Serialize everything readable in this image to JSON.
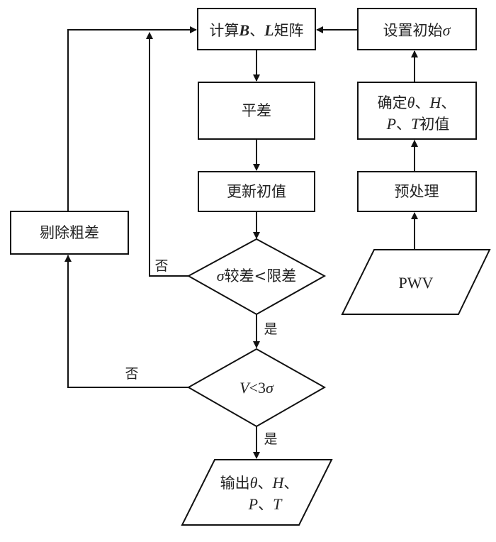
{
  "title": "Flowchart: PWV parameter estimation with outlier removal",
  "colors": {
    "stroke": "#111111",
    "background": "#ffffff",
    "text": "#222222"
  },
  "nodes": {
    "compute_matrix": {
      "type": "process",
      "label_pre": "计算",
      "label_b": "B",
      "label_sep": "、",
      "label_l": "L",
      "label_post": "矩阵"
    },
    "adjustment": {
      "type": "process",
      "label": "平差"
    },
    "update_init": {
      "type": "process",
      "label": "更新初值"
    },
    "sigma_check": {
      "type": "decision",
      "label_sym": "σ",
      "label_text": "较差<限差"
    },
    "residual_check": {
      "type": "decision",
      "label_v": "V",
      "label_rest": "<3",
      "label_sym": "σ"
    },
    "output": {
      "type": "io",
      "line1_pre": "输出",
      "line1_theta": "θ",
      "line1_sep1": "、",
      "line1_h": "H",
      "line1_sep2": "、",
      "line2_p": "P",
      "line2_sep": "、",
      "line2_t": "T"
    },
    "remove_outliers": {
      "type": "process",
      "label": "剔除粗差"
    },
    "set_sigma": {
      "type": "process",
      "label_text": "设置初始",
      "label_sym": "σ"
    },
    "init_values": {
      "type": "process",
      "line1_pre": "确定",
      "line1_theta": "θ",
      "line1_sep1": "、",
      "line1_h": "H",
      "line1_sep2": "、",
      "line2_p": "P",
      "line2_sep": "、",
      "line2_t": "T",
      "line2_post": "初值"
    },
    "preprocess": {
      "type": "process",
      "label": "预处理"
    },
    "pwv_input": {
      "type": "io",
      "label": "PWV"
    }
  },
  "edge_labels": {
    "sigma_no": "否",
    "sigma_yes": "是",
    "residual_no": "否",
    "residual_yes": "是"
  }
}
